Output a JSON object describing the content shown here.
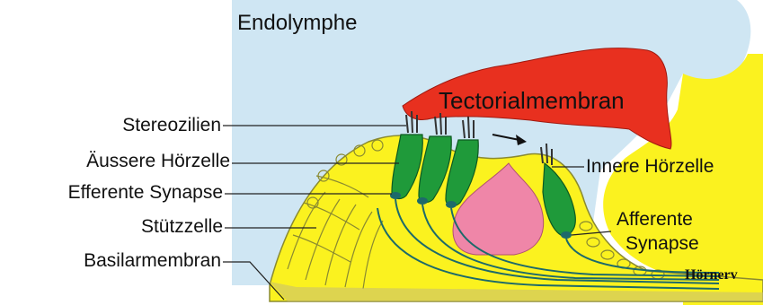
{
  "labels": {
    "endolymphe": "Endolymphe",
    "tectorialmembran": "Tectorialmembran",
    "stereozilien": "Stereozilien",
    "aeussere_hoerzelle": "Äussere Hörzelle",
    "efferente_synapse": "Efferente Synapse",
    "stuetzzelle": "Stützzelle",
    "basilarmembran": "Basilarmembran",
    "innere_hoerzelle": "Innere Hörzelle",
    "afferente_synapse_line1": "Afferente",
    "afferente_synapse_line2": "Synapse",
    "hoernerv": "Hörnerv"
  },
  "colors": {
    "endolymph": "#cfe6f3",
    "organ": "#fbf21f",
    "tectorial": "#e8301f",
    "hair_cell": "#1f9a3a",
    "tunnel": "#ef86a8",
    "nerve": "#1d6a6a",
    "outline": "#5a5a2a"
  }
}
